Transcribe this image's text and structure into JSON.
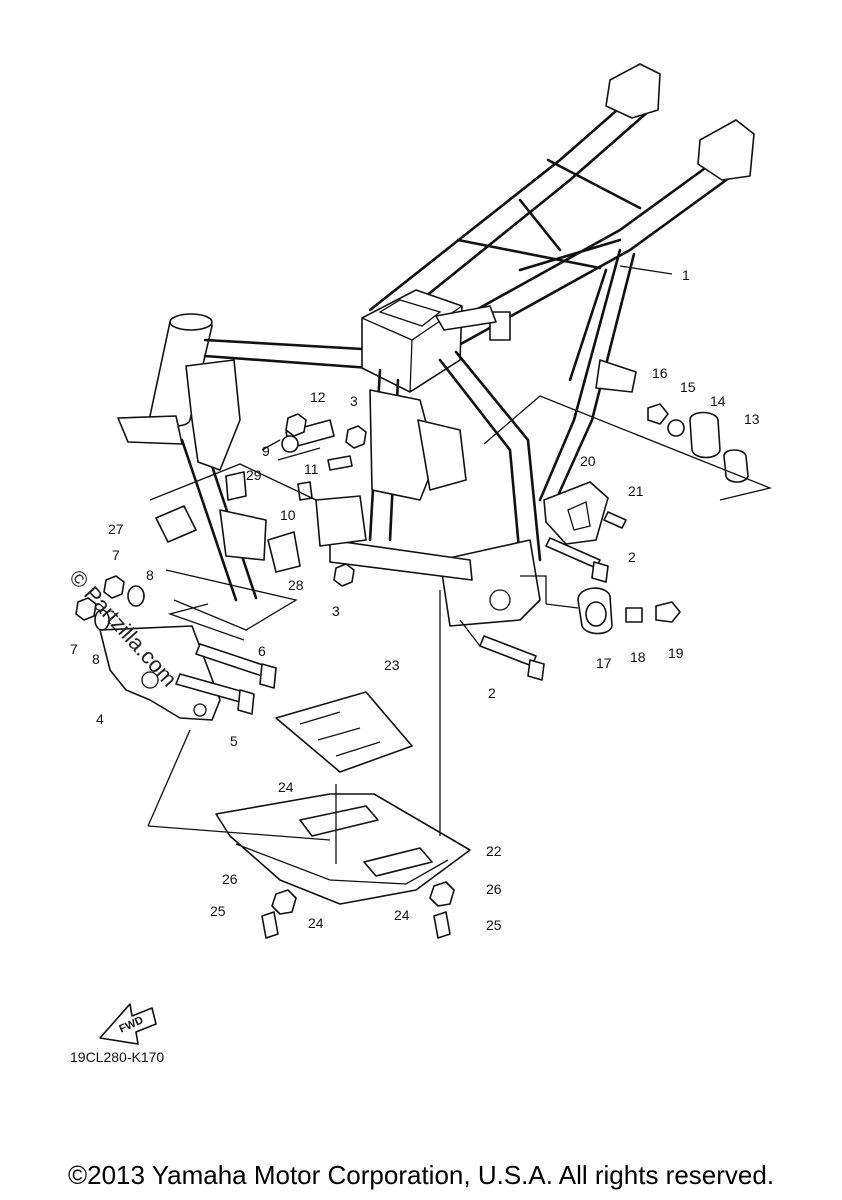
{
  "diagram": {
    "diagram_code": "19CL280-K170",
    "direction_marker": "FWD",
    "watermark": "© Partzilla.com",
    "copyright": "©2013 Yamaha Motor Corporation, U.S.A. All rights reserved.",
    "callouts": [
      {
        "label": "1"
      },
      {
        "label": "2"
      },
      {
        "label": "2"
      },
      {
        "label": "3"
      },
      {
        "label": "3"
      },
      {
        "label": "4"
      },
      {
        "label": "5"
      },
      {
        "label": "6"
      },
      {
        "label": "7"
      },
      {
        "label": "7"
      },
      {
        "label": "8"
      },
      {
        "label": "8"
      },
      {
        "label": "9"
      },
      {
        "label": "10"
      },
      {
        "label": "11"
      },
      {
        "label": "12"
      },
      {
        "label": "13"
      },
      {
        "label": "14"
      },
      {
        "label": "15"
      },
      {
        "label": "16"
      },
      {
        "label": "17"
      },
      {
        "label": "18"
      },
      {
        "label": "19"
      },
      {
        "label": "20"
      },
      {
        "label": "21"
      },
      {
        "label": "22"
      },
      {
        "label": "23"
      },
      {
        "label": "24"
      },
      {
        "label": "24"
      },
      {
        "label": "24"
      },
      {
        "label": "25"
      },
      {
        "label": "25"
      },
      {
        "label": "26"
      },
      {
        "label": "26"
      },
      {
        "label": "27"
      },
      {
        "label": "28"
      },
      {
        "label": "29"
      }
    ]
  }
}
